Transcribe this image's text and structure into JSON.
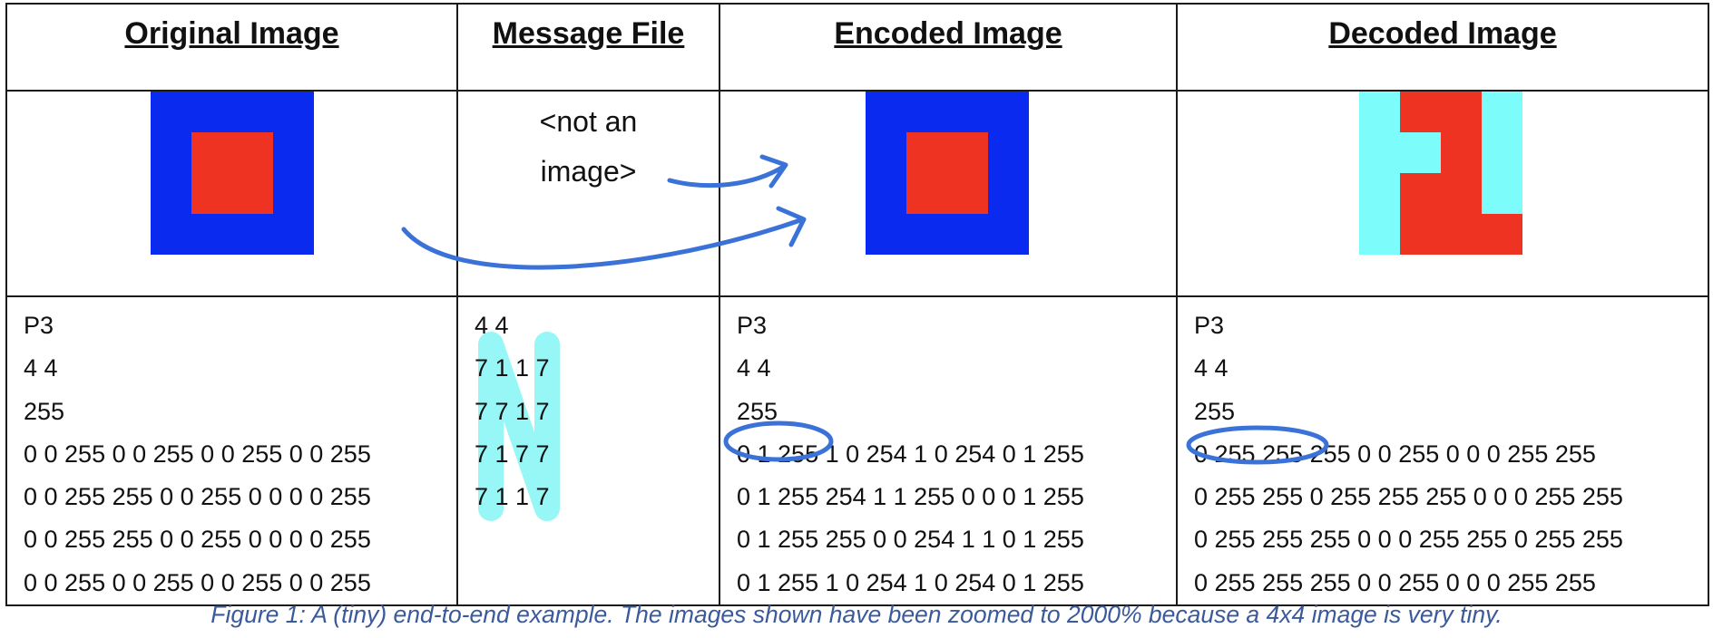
{
  "headers": [
    "Original Image",
    "Message File",
    "Encoded Image",
    "Decoded Image"
  ],
  "message_cell_text": [
    "<not an",
    "image>"
  ],
  "original_text": [
    "P3",
    "4 4",
    "255",
    "0 0 255 0 0 255 0 0 255 0 0 255",
    "0 0 255 255 0 0 255 0 0 0 0 255",
    "0 0 255 255 0 0 255 0 0 0 0 255",
    "0 0 255 0 0 255 0 0 255 0 0 255"
  ],
  "message_text": [
    "4 4",
    "7 1 1 7",
    "7 7 1 7",
    "7 1 7 7",
    "7 1 1 7"
  ],
  "encoded_text": [
    "P3",
    "4 4",
    "255",
    "0 1 255 1 0 254 1 0 254 0 1 255",
    "0 1 255 254 1 1 255 0 0 0 1 255",
    "0 1 255 255 0 0 254 1 1 0 1 255",
    "0 1 255 1 0 254 1 0 254 0 1 255"
  ],
  "decoded_text": [
    "P3",
    "4 4",
    "255",
    "0 255 255 255 0 0 255 0 0 0 255 255",
    "0 255 255 0 255 255 255 0 0 0 255 255",
    "0 255 255 255 0 0 0 255 255 0 255 255",
    "0 255 255 255 0 0 255 0 0 0 255 255"
  ],
  "caption": "Figure 1: A (tiny) end-to-end example.  The images shown have been zoomed to 2000% because a 4x4 image is very tiny.",
  "colors": {
    "blue": "#0a2af0",
    "red": "#ee3322",
    "cyan": "#7dfcfc",
    "annotation": "#3a72d8",
    "caption": "#3b5a9c"
  }
}
